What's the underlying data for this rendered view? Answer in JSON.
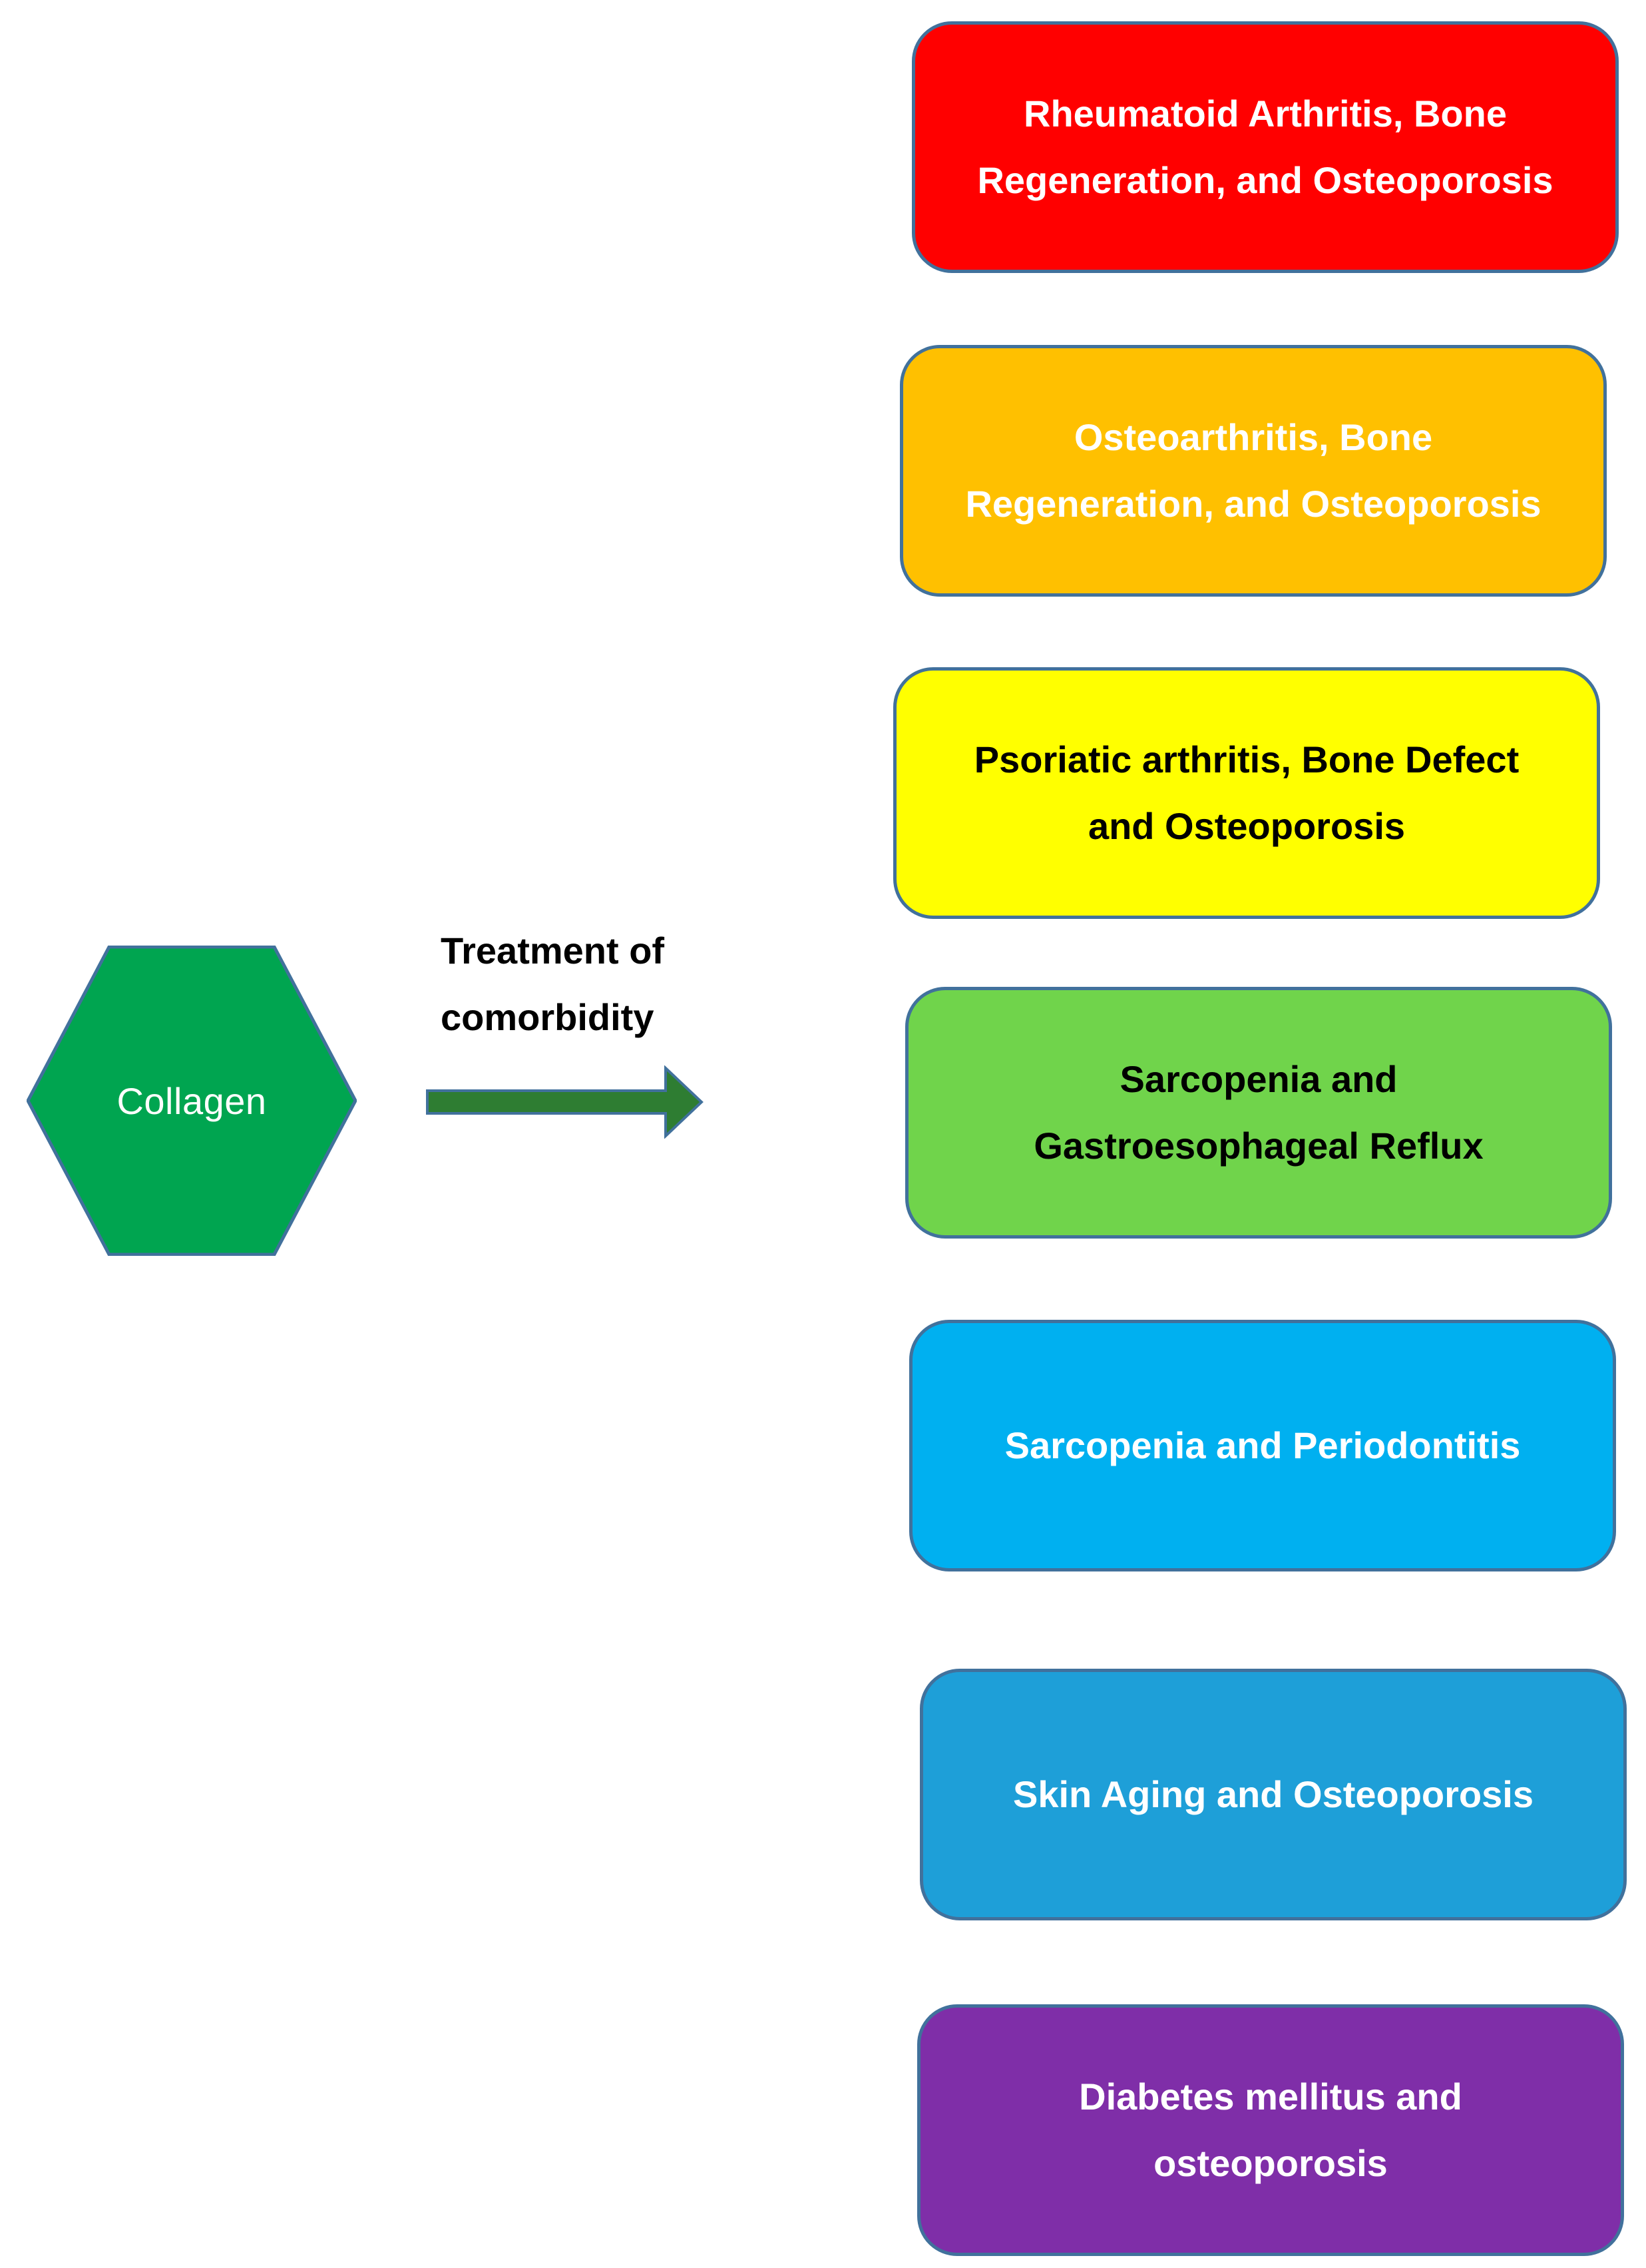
{
  "source": {
    "label": "Collagen",
    "color": "#00a550"
  },
  "connector": {
    "label_line1": "Treatment of",
    "label_line2": "comorbidity",
    "arrow_color": "#2e7d32"
  },
  "conditions": [
    {
      "line1": "Rheumatoid Arthritis, Bone",
      "line2": "Regeneration, and Osteoporosis",
      "fill": "#ff0000",
      "text_color": "#ffffff"
    },
    {
      "line1": "Osteoarthritis, Bone",
      "line2": "Regeneration, and Osteoporosis",
      "fill": "#ffc000",
      "text_color": "#ffffff"
    },
    {
      "line1": "Psoriatic arthritis, Bone Defect",
      "line2": "and Osteoporosis",
      "fill": "#ffff00",
      "text_color": "#000000"
    },
    {
      "line1": "Sarcopenia and",
      "line2": "Gastroesophageal Reflux",
      "fill": "#70d44b",
      "text_color": "#000000"
    },
    {
      "line1": "Sarcopenia and Periodontitis",
      "line2": "",
      "fill": "#00b0f0",
      "text_color": "#ffffff"
    },
    {
      "line1": "Skin Aging and Osteoporosis",
      "line2": "",
      "fill": "#1e9fd8",
      "text_color": "#ffffff"
    },
    {
      "line1": "Diabetes mellitus and",
      "line2": "osteoporosis",
      "fill": "#7f2ea8",
      "text_color": "#ffffff"
    }
  ]
}
